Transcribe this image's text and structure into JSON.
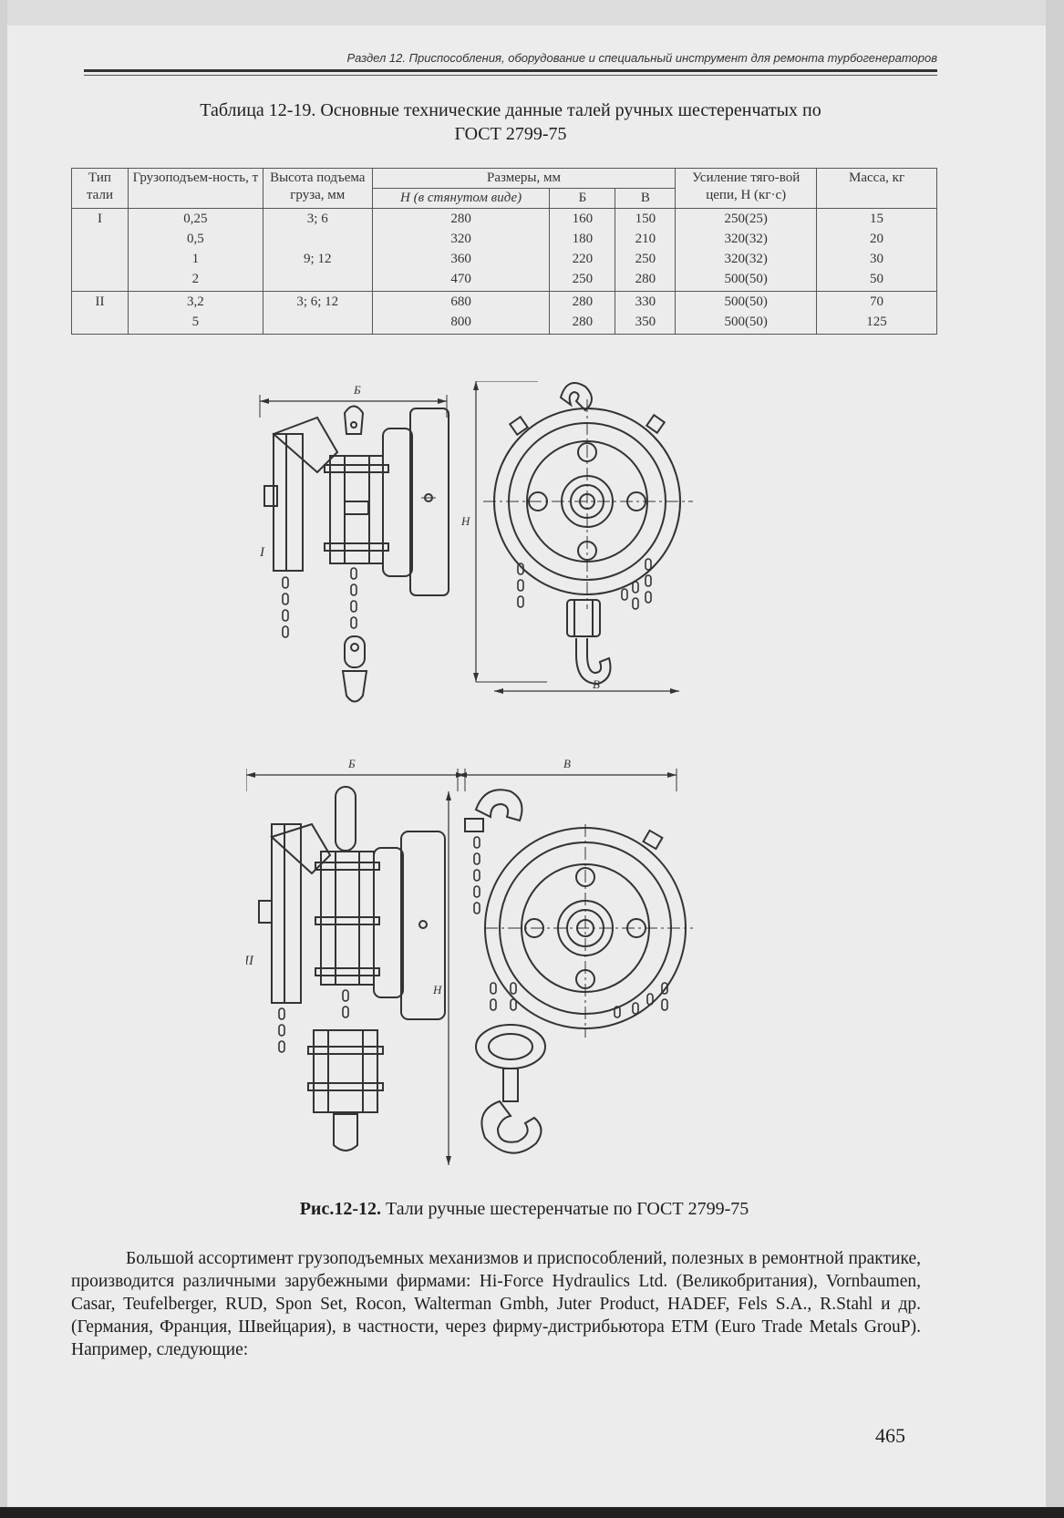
{
  "running_head": "Раздел 12. Приспособления, оборудование и специальный инструмент для ремонта турбогенераторов",
  "table_caption_line1": "Таблица 12-19. Основные технические данные талей ручных шестеренчатых по",
  "table_caption_line2": "ГОСТ 2799-75",
  "table": {
    "headers": {
      "type": "Тип тали",
      "capacity": "Грузоподъем-ность, т",
      "lift": "Высота подъема груза, мм",
      "dims": "Размеры, мм",
      "h": "H (в стянутом виде)",
      "b": "Б",
      "v": "В",
      "force": "Усиление тяго-вой цепи, Н (кг·с)",
      "mass": "Масса, кг"
    },
    "groups": [
      {
        "type": "I",
        "capacity": [
          "0,25",
          "0,5",
          "1",
          "2"
        ],
        "lift": [
          "3; 6",
          "",
          "9; 12",
          ""
        ],
        "h": [
          "280",
          "320",
          "360",
          "470"
        ],
        "b": [
          "160",
          "180",
          "220",
          "250"
        ],
        "v": [
          "150",
          "210",
          "250",
          "280"
        ],
        "force": [
          "250(25)",
          "320(32)",
          "320(32)",
          "500(50)"
        ],
        "mass": [
          "15",
          "20",
          "30",
          "50"
        ]
      },
      {
        "type": "II",
        "capacity": [
          "3,2",
          "5"
        ],
        "lift": [
          "3; 6; 12",
          ""
        ],
        "h": [
          "680",
          "800"
        ],
        "b": [
          "280",
          "280"
        ],
        "v": [
          "330",
          "350"
        ],
        "force": [
          "500(50)",
          "500(50)"
        ],
        "mass": [
          "70",
          "125"
        ]
      }
    ]
  },
  "figure": {
    "label_b_top": "Б",
    "label_h": "Н",
    "label_v": "В",
    "label_type1": "I",
    "label_b_bottom": "Б",
    "label_v_bottom": "В",
    "label_type2": "II"
  },
  "figure_caption_bold": "Рис.12-12.",
  "figure_caption_text": " Тали ручные шестеренчатые по ГОСТ 2799-75",
  "body_paragraph": "Большой ассортимент грузоподъемных механизмов и приспособлений, полезных в ремонтной практике, производится различными зарубежными фирмами: Hi-Force Hydraulics Ltd. (Великобритания), Vornbaumen, Casar, Teufelberger, RUD, Spon Set, Rocon, Walterman Gmbh, Juter Product, HADEF, Fels S.A., R.Stahl и др. (Германия, Франция, Швейцария), в частности, через фирму-дистрибьютора ETM (Euro Trade Metals GrouP). Например, следующие:",
  "page_number": "465"
}
